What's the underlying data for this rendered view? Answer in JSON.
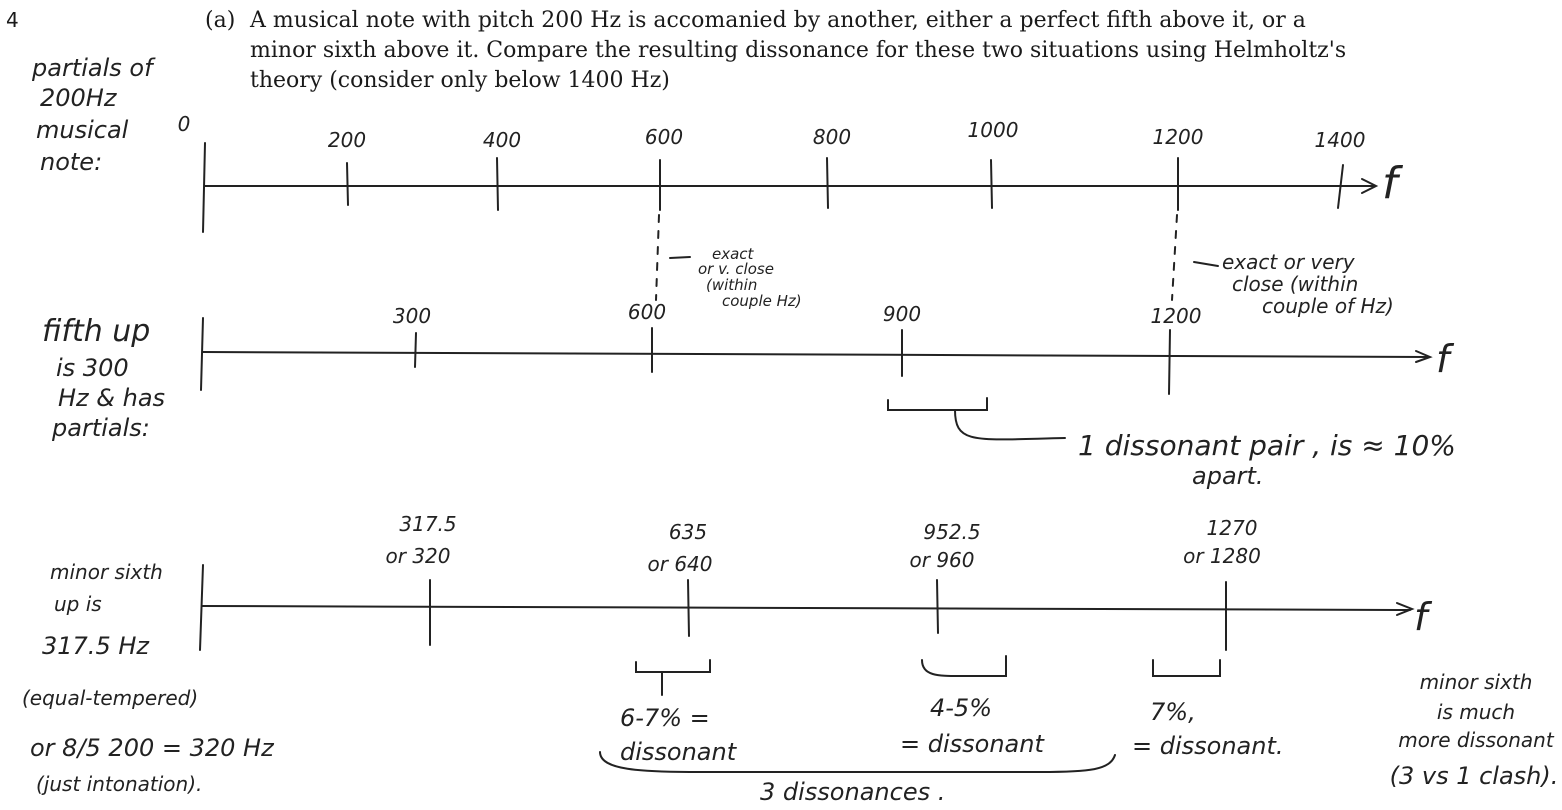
{
  "question": {
    "number": "4",
    "part": "(a)",
    "line1": "A musical note with pitch 200 Hz is accomanied by another, either a perfect fifth above it, or a",
    "line2": "minor sixth above it. Compare the resulting dissonance for these two situations using Helmholtz's",
    "line3": "theory (consider only below 1400 Hz)"
  },
  "axis1": {
    "label_lines": [
      "partials of",
      "200Hz",
      "musical",
      "note:"
    ],
    "ticks": [
      "0",
      "200",
      "400",
      "600",
      "800",
      "1000",
      "1200",
      "1400"
    ],
    "axis_symbol": "f"
  },
  "note600": [
    "exact",
    "or v. close",
    "(within",
    "couple Hz)"
  ],
  "note1200": [
    "exact or very",
    "close (within",
    "couple of Hz)"
  ],
  "axis2": {
    "label_lines": [
      "fifth up",
      "is 300",
      "Hz & has",
      "partials:"
    ],
    "ticks": [
      "300",
      "600",
      "900",
      "1200"
    ],
    "axis_symbol": "f",
    "result_lines": [
      "1  dissonant pair , is ≈ 10%",
      "apart."
    ]
  },
  "axis3": {
    "label_lines": [
      "minor sixth",
      "up is",
      "317.5 Hz",
      "(equal-tempered)",
      "or  8/5 200 = 320 Hz",
      "(just intonation)."
    ],
    "ticks": [
      {
        "a": "317.5",
        "b": "or 320"
      },
      {
        "a": "635",
        "b": "or 640"
      },
      {
        "a": "952.5",
        "b": "or 960"
      },
      {
        "a": "1270",
        "b": "or 1280"
      }
    ],
    "axis_symbol": "f",
    "brackets": [
      {
        "l1": "6-7% =",
        "l2": "dissonant"
      },
      {
        "l1": "4-5%",
        "l2": "= dissonant"
      },
      {
        "l1": "7%,",
        "l2": "= dissonant."
      }
    ],
    "total": "3  dissonances .",
    "conclusion_lines": [
      "minor sixth",
      "is much",
      "more dissonant",
      "(3 vs 1 clash)."
    ]
  }
}
